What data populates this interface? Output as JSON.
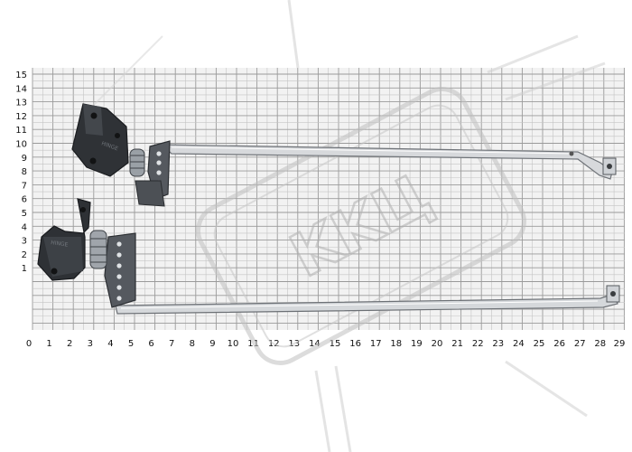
{
  "scene": {
    "background_color": "#ffffff",
    "grid_paper_color": "#f2f2f2",
    "grid_line_color": "#9a9a9a",
    "tick_label_color": "#111111",
    "x_ticks": [
      "0",
      "1",
      "2",
      "3",
      "4",
      "5",
      "6",
      "7",
      "8",
      "9",
      "10",
      "11",
      "12",
      "13",
      "14",
      "15",
      "16",
      "17",
      "18",
      "19",
      "20",
      "21",
      "22",
      "23",
      "24",
      "25",
      "26",
      "27",
      "28",
      "29"
    ],
    "y_ticks": [
      "15",
      "14",
      "13",
      "12",
      "11",
      "10",
      "9",
      "8",
      "7",
      "6",
      "5",
      "4",
      "3",
      "2",
      "1"
    ]
  },
  "watermark": {
    "text": "KKЦ",
    "color": "#b8b8b8"
  },
  "hinge_stamp": {
    "text": "HINGE"
  }
}
